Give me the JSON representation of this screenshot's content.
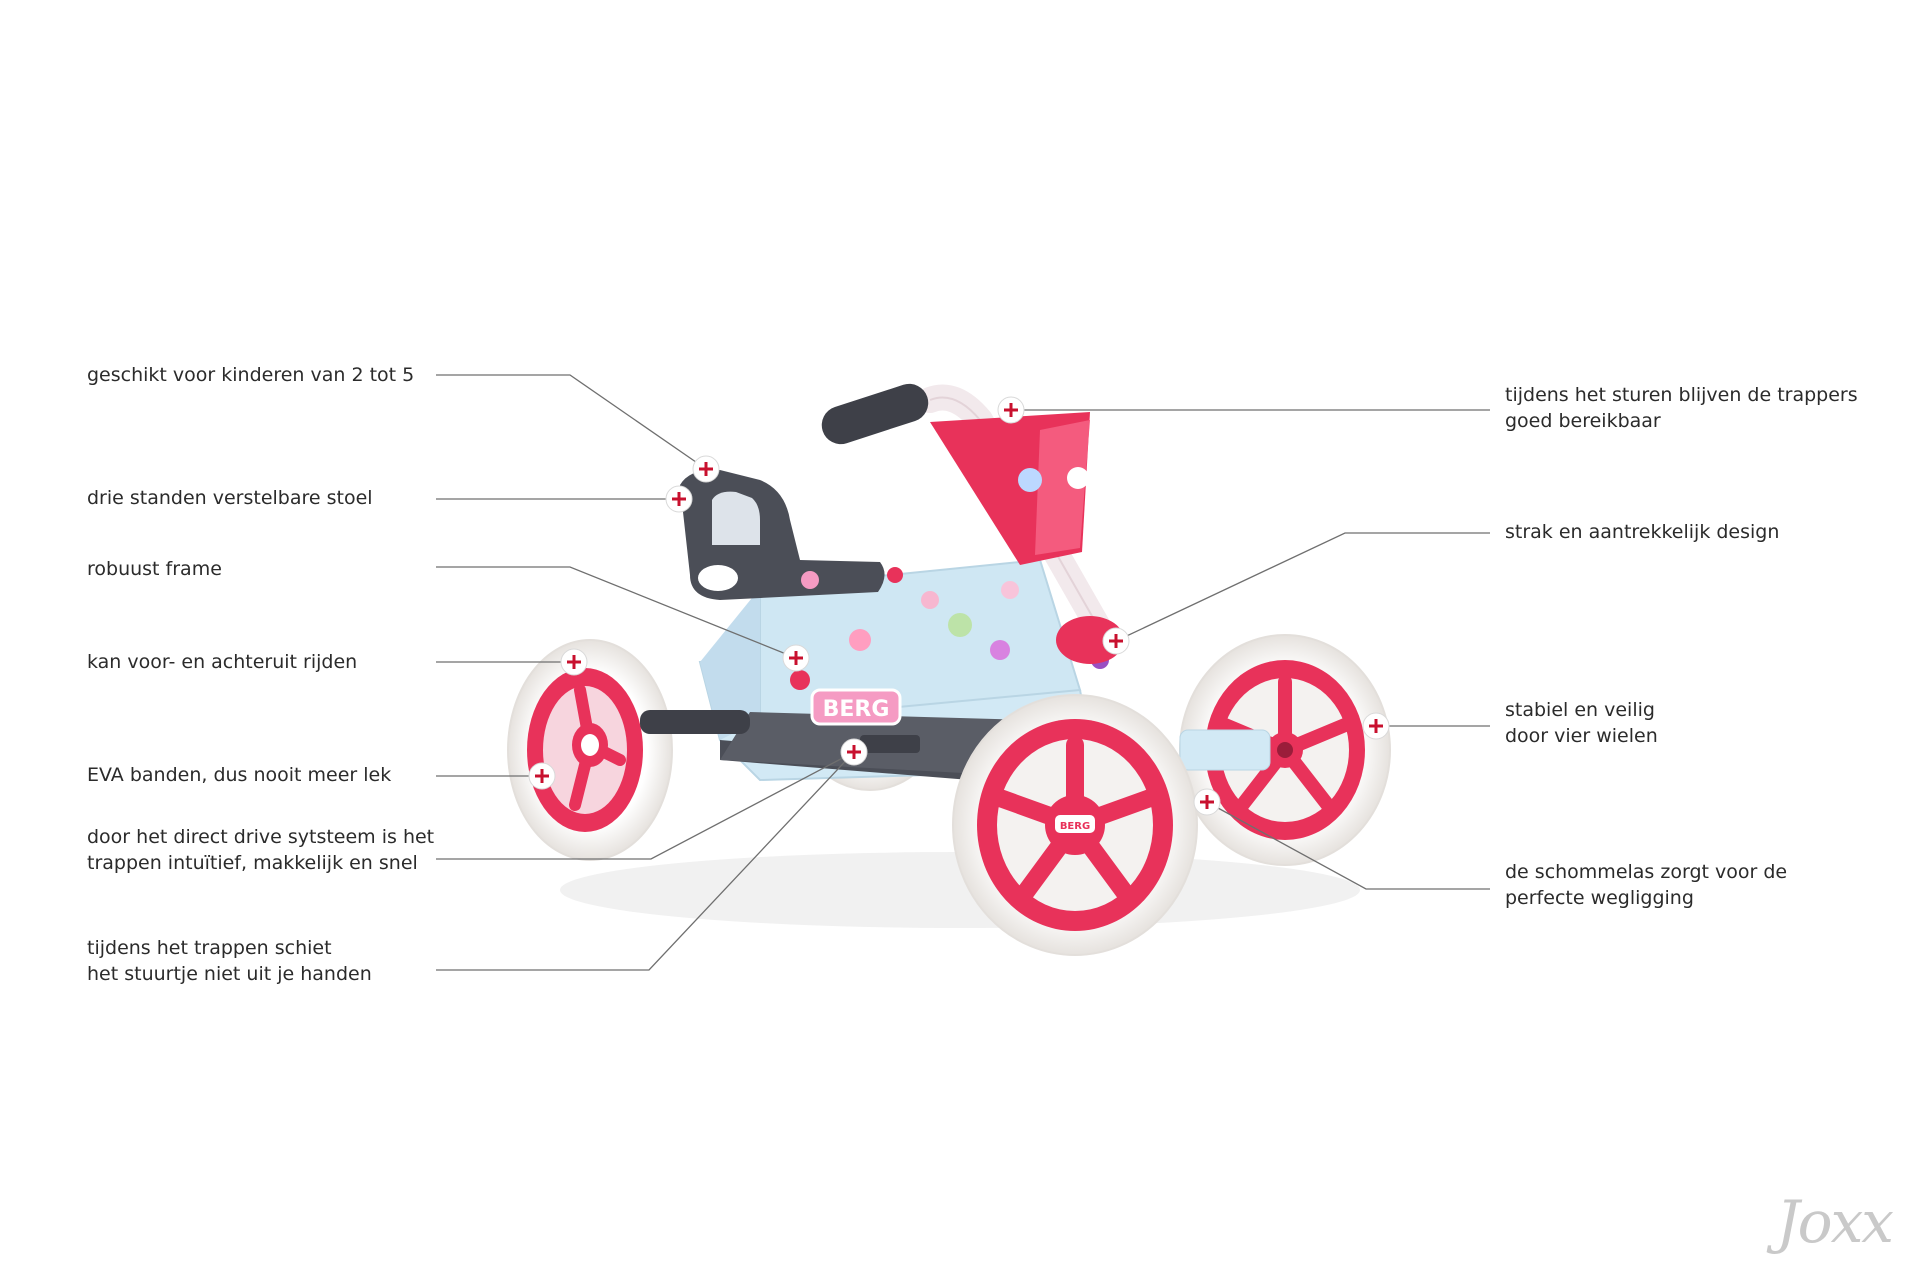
{
  "callouts_left": [
    {
      "id": "age",
      "lines": [
        "geschikt voor kinderen van 2 tot 5"
      ]
    },
    {
      "id": "seat",
      "lines": [
        "drie standen verstelbare stoel"
      ]
    },
    {
      "id": "frame",
      "lines": [
        "robuust frame"
      ]
    },
    {
      "id": "reverse",
      "lines": [
        "kan voor- en achteruit rijden"
      ]
    },
    {
      "id": "tyres",
      "lines": [
        "EVA banden, dus nooit meer lek"
      ]
    },
    {
      "id": "direct-drive",
      "lines": [
        "door het direct drive sytsteem is het",
        "trappen intuïtief, makkelijk en snel"
      ]
    },
    {
      "id": "steering",
      "lines": [
        "tijdens het trappen schiet",
        "het stuurtje niet uit je handen"
      ]
    }
  ],
  "callouts_right": [
    {
      "id": "pedals",
      "lines": [
        "tijdens het sturen blijven de trappers",
        "goed bereikbaar"
      ]
    },
    {
      "id": "design",
      "lines": [
        "strak en aantrekkelijk design"
      ]
    },
    {
      "id": "wheels",
      "lines": [
        "stabiel en veilig",
        "door vier wielen"
      ]
    },
    {
      "id": "swing-axle",
      "lines": [
        "de schommelas zorgt voor de",
        "perfecte wegligging"
      ]
    }
  ],
  "product": {
    "brand_decal": "BERG",
    "badge": "BERG"
  },
  "watermark": "Joxx",
  "colors": {
    "accent": "#e8325a",
    "frame": "#cfe7f3",
    "seat": "#4b4e57",
    "line": "#6f6f6f",
    "hotspot": "#c8102e",
    "tyre": "#f4f2f0"
  }
}
